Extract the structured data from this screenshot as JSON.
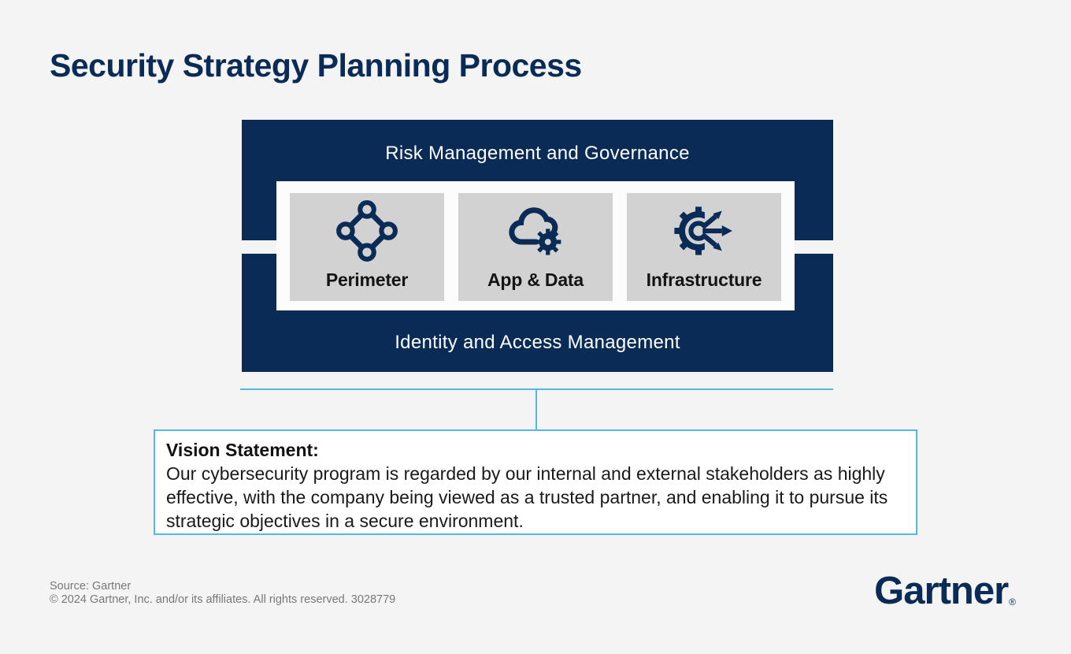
{
  "page": {
    "title": "Security Strategy Planning Process"
  },
  "colors": {
    "navy": "#0a2b56",
    "light_blue": "#55b7e8",
    "layer_gray": "#d2d2d2",
    "background": "#f4f4f4",
    "footer_gray": "#75787b"
  },
  "diagram": {
    "top_band_label": "Risk Management and Governance",
    "bottom_band_label": "Identity and Access Management",
    "layers": [
      {
        "label": "Perimeter",
        "icon": "network-nodes-icon"
      },
      {
        "label": "App & Data",
        "icon": "cloud-gear-icon"
      },
      {
        "label": "Infrastructure",
        "icon": "gear-arrows-icon"
      }
    ]
  },
  "vision": {
    "heading": "Vision Statement:",
    "body": "Our cybersecurity program is regarded by our internal and external stakeholders as highly effective, with the company being viewed as a trusted partner, and enabling it to pursue its strategic objectives in a secure environment."
  },
  "footer": {
    "source": "Source: Gartner",
    "copyright": "© 2024 Gartner, Inc. and/or its affiliates. All rights reserved. 3028779",
    "logo_text": "Gartner",
    "logo_mark": "®"
  }
}
